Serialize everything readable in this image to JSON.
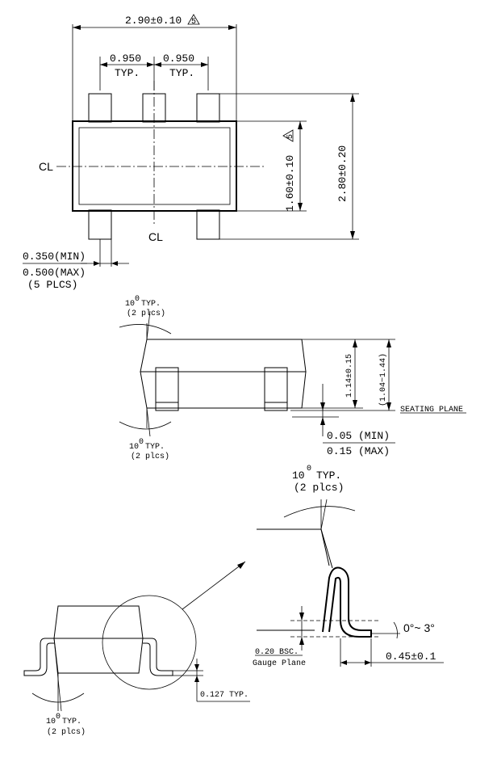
{
  "top_view": {
    "width_dim": "2.90±0.10",
    "width_note": "5",
    "pitch_left": "0.950",
    "pitch_left_typ": "TYP.",
    "pitch_right": "0.950",
    "pitch_right_typ": "TYP.",
    "body_height_dim": "1.60±0.10",
    "body_height_note": "5",
    "total_height_dim": "2.80±0.20",
    "centerline_symbol": "CL",
    "lead_width_min": "0.350(MIN)",
    "lead_width_max": "0.500(MAX)",
    "lead_count": "(5 PLCS)"
  },
  "side_view": {
    "angle_top": "10",
    "angle_top_typ": "TYP.",
    "angle_top_plcs": "(2 plcs)",
    "angle_bottom": "10",
    "angle_bottom_typ": "TYP.",
    "angle_bottom_plcs": "(2 plcs)",
    "body_height_dim": "1.14±0.15",
    "total_height_dim": "(1.04~1.44)",
    "seating_plane": "SEATING PLANE",
    "standoff_min": "0.05 (MIN)",
    "standoff_max": "0.15 (MAX)"
  },
  "end_view": {
    "angle": "10",
    "angle_typ": "TYP.",
    "angle_plcs": "(2 plcs)",
    "lead_thickness": "0.127 TYP."
  },
  "detail_view": {
    "angle": "10",
    "angle_typ": "TYP.",
    "angle_plcs": "(2 plcs)",
    "gauge_dim": "0.20 BSC.",
    "gauge_label": "Gauge Plane",
    "foot_angle": "0°~ 3°",
    "foot_length": "0.45±0.1"
  }
}
